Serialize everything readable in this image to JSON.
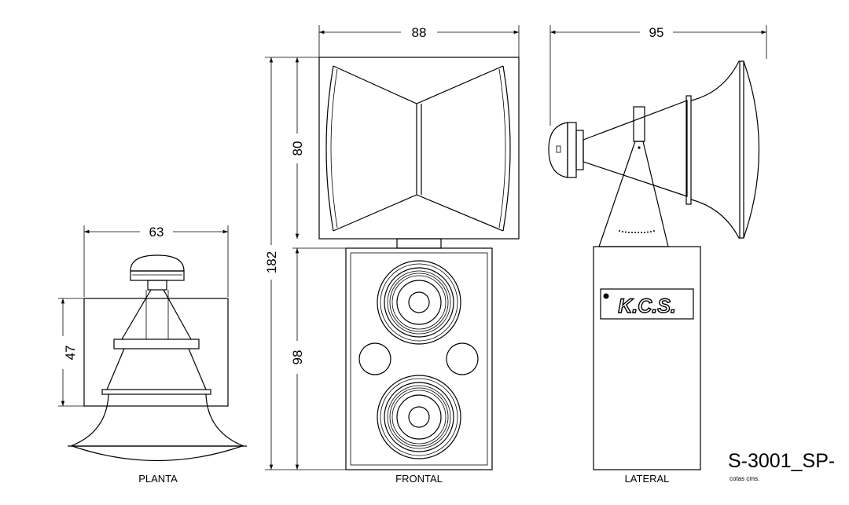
{
  "dimensions": {
    "frontal_width": "88",
    "lateral_depth": "95",
    "planta_width": "63",
    "planta_depth": "47",
    "horn_height": "80",
    "total_height": "182",
    "cabinet_height": "98"
  },
  "views": {
    "planta": "PLANTA",
    "frontal": "FRONTAL",
    "lateral": "LATERAL"
  },
  "logo_text": "K.C.S.",
  "drawing_code": "S-3001_SP-",
  "units_note": "cotas cms."
}
